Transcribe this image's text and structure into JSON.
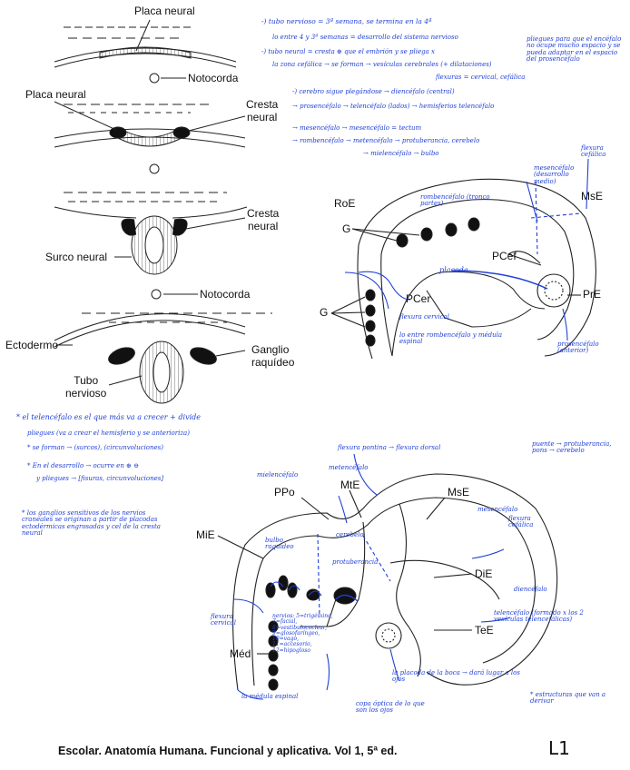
{
  "labels": {
    "placa_neural_top": "Placa neural",
    "notocorda_1": "Notocorda",
    "placa_neural_left": "Placa neural",
    "cresta_neural_1": "Cresta\nneural",
    "cresta_neural_2": "Cresta\nneural",
    "surco_neural": "Surco neural",
    "notocorda_2": "Notocorda",
    "ectodermo": "Ectodermo",
    "ganglio_raquideo": "Ganglio\nraquídeo",
    "tubo_nervioso": "Tubo\nnervioso",
    "roe": "RoE",
    "g_upper": "G",
    "mse_upper": "MsE",
    "pcef": "PCef",
    "pcer": "PCer",
    "g_lower": "G",
    "pre": "PrE",
    "ppo": "PPo",
    "mte": "MtE",
    "mse_lower": "MsE",
    "mie": "MiE",
    "die": "DiE",
    "tee": "TeE",
    "med": "Méd"
  },
  "notes": {
    "n1": "-) tubo nervioso = 3ª semana, se termina en la 4ª",
    "n2": "lo entre 4 y 3ª semanas = desarrollo del sistema nervioso",
    "n3": "-) tubo neural = cresta ⊕ que el embrión y se pliega x",
    "n4": "la zona cefálica → se forman → vesículas cerebrales (+ dilataciones)",
    "n5": "flexuras = cervical, cefálica",
    "n6": "pliegues para que el encéfalo no ocupe mucho espacio y se pueda adaptar en el espacio del prosencéfalo",
    "n7": "-) cerebro sigue plegándose → diencéfalo (central)",
    "n8": "→ prosencéfalo → telencéfalo (lados) → hemisferios telencéfalo",
    "n9": "→ mesencéfalo → mesencéfalo = tectum",
    "n10": "→ rombencéfalo → metencéfalo → protuberancia, cerebelo",
    "n11": "→ mielencéfalo → bulbo",
    "n12": "mesencéfalo (desarrollo medio)",
    "n13": "flexura cefálica",
    "n14": "rombencéfalo (tronco partes)",
    "n15": "placoda",
    "n16": "flexura cervical",
    "n17": "lo entre rombencéfalo y médula espinal",
    "n18": "prosencéfalo (anterior)",
    "n19": "* el telencéfalo es el que más va a crecer + divide",
    "n20": "pliegues (va a crear el hemisferio y se anterioriza)",
    "n21": "* se forman → (surcos), (circunvoluciones)",
    "n22": "* En el desarrollo → ocurre en ⊕ ⊖",
    "n23": "y pliegues → [fisuras, circunvoluciones]",
    "n24": "flexura pontina → flexura dorsal",
    "n25": "puente → protuberancia, pons → cerebelo",
    "n26": "* los ganglios sensitivos de los nervios craneales se originan a partir de placodas ectodérmicas engrosadas y cel de la cresta neural",
    "n27": "mielencéfalo",
    "n28": "metencéfalo",
    "n29": "bulbo raquídeo",
    "n30": "cerebelo",
    "n31": "protuberancia",
    "n32": "mesencéfalo",
    "n33": "flexura cefálica",
    "n34": "diencéfalo",
    "n35": "flexura cervical",
    "n36": "telencéfalo (formado x los 2 vesículas telencefálicas)",
    "n37": "nervios: 5=trigémino, 7=facial, 8=vestibulococlear, 9=glosofaríngeo, 10=vago, 11=accesorio, 12=hipogloso",
    "n38": "la médula espinal",
    "n39": "la placoda de la boca → dará lugar a los ojos",
    "n40": "copa óptica de lo que son los ojos",
    "n41": "* estructuras que van a derivar"
  },
  "footer": {
    "citation": "Escolar. Anatomía Humana. Funcional y aplicativa. Vol 1, 5ª ed.",
    "page_tag": "L1"
  },
  "colors": {
    "ink": "#111111",
    "annotation": "#1f3fd6"
  }
}
